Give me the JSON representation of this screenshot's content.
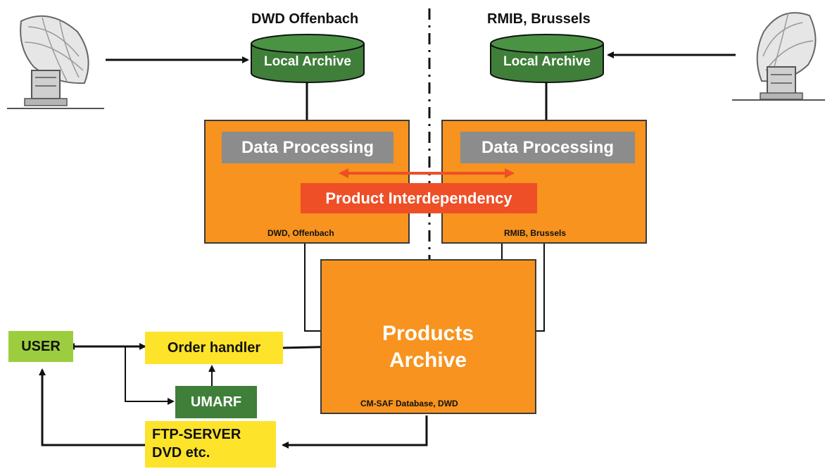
{
  "sites": {
    "left_title": "DWD Offenbach",
    "right_title": "RMIB, Brussels"
  },
  "archives": {
    "left_local": "Local Archive",
    "right_local": "Local Archive",
    "products_line1": "Products",
    "products_line2": "Archive"
  },
  "processing": {
    "left_label": "Data Processing",
    "right_label": "Data Processing",
    "left_site_caption": "DWD, Offenbach",
    "right_site_caption": "RMIB, Brussels",
    "interdependency": "Product Interdependency"
  },
  "database": {
    "caption": "CM-SAF Database, DWD"
  },
  "users": {
    "user": "USER",
    "order_handler": "Order handler",
    "umarf": "UMARF",
    "ftp_line1": "FTP-SERVER",
    "ftp_line2": "DVD etc."
  },
  "icons": {
    "left_antenna": "satellite-dish-icon",
    "right_antenna": "satellite-dish-icon"
  },
  "colors": {
    "orange": "#f7931e",
    "dark_green": "#3f7f3a",
    "light_green": "#9ccd3e",
    "yellow": "#fde32a",
    "red": "#ee4f27",
    "grey": "#8c8c8c"
  }
}
